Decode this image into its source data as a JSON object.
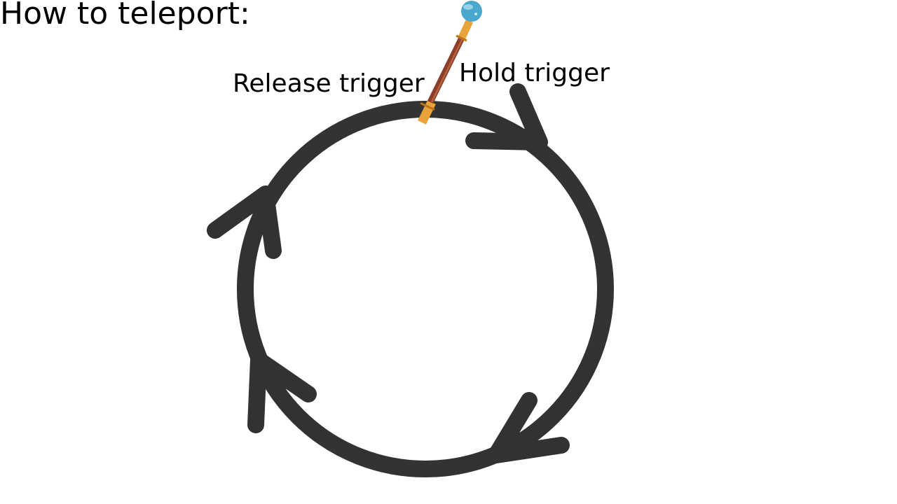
{
  "title": "How to teleport:",
  "labels": {
    "release": "Release trigger",
    "hold": "Hold trigger"
  },
  "icons": {
    "wand": "wand-icon",
    "circle": "rotation-circle"
  },
  "colors": {
    "stroke": "#000000",
    "wand_shaft": "#8b3f2a",
    "wand_gold": "#e8a33a",
    "wand_orb": "#4aa8cf"
  }
}
